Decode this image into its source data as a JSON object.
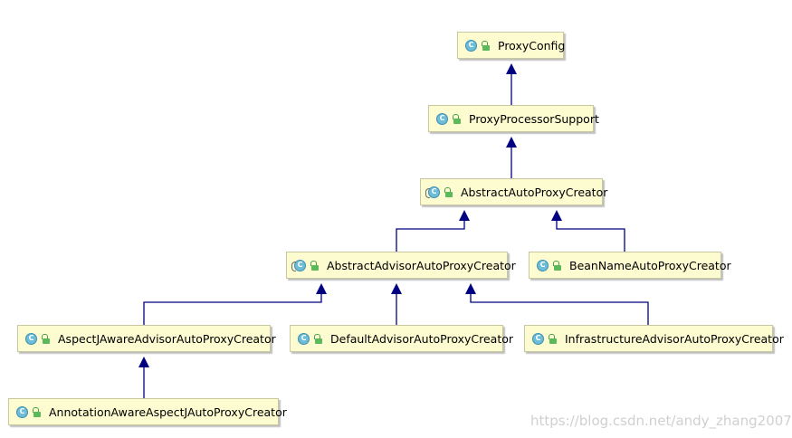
{
  "nodes": [
    {
      "label": "ProxyConfig",
      "icon": "class-icon",
      "abstract": false
    },
    {
      "label": "ProxyProcessorSupport",
      "icon": "class-icon",
      "abstract": false
    },
    {
      "label": "AbstractAutoProxyCreator",
      "icon": "abstract-class-icon",
      "abstract": true
    },
    {
      "label": "AbstractAdvisorAutoProxyCreator",
      "icon": "abstract-class-icon",
      "abstract": true
    },
    {
      "label": "BeanNameAutoProxyCreator",
      "icon": "class-icon",
      "abstract": false
    },
    {
      "label": "AspectJAwareAdvisorAutoProxyCreator",
      "icon": "class-icon",
      "abstract": false
    },
    {
      "label": "DefaultAdvisorAutoProxyCreator",
      "icon": "class-icon",
      "abstract": false
    },
    {
      "label": "InfrastructureAdvisorAutoProxyCreator",
      "icon": "class-icon",
      "abstract": false
    },
    {
      "label": "AnnotationAwareAspectJAutoProxyCreator",
      "icon": "class-icon",
      "abstract": false
    }
  ],
  "edges": [
    {
      "from": 1,
      "to": 0
    },
    {
      "from": 2,
      "to": 1
    },
    {
      "from": 3,
      "to": 2
    },
    {
      "from": 4,
      "to": 2
    },
    {
      "from": 5,
      "to": 3
    },
    {
      "from": 6,
      "to": 3
    },
    {
      "from": 7,
      "to": 3
    },
    {
      "from": 8,
      "to": 5
    }
  ],
  "icon_glyph": "C",
  "watermark": "https://blog.csdn.net/andy_zhang2007",
  "colors": {
    "node_fill": "#fdfbd0",
    "edge": "#000080",
    "class_icon": "#6dbdd9",
    "lock_icon": "#5bb85b"
  }
}
